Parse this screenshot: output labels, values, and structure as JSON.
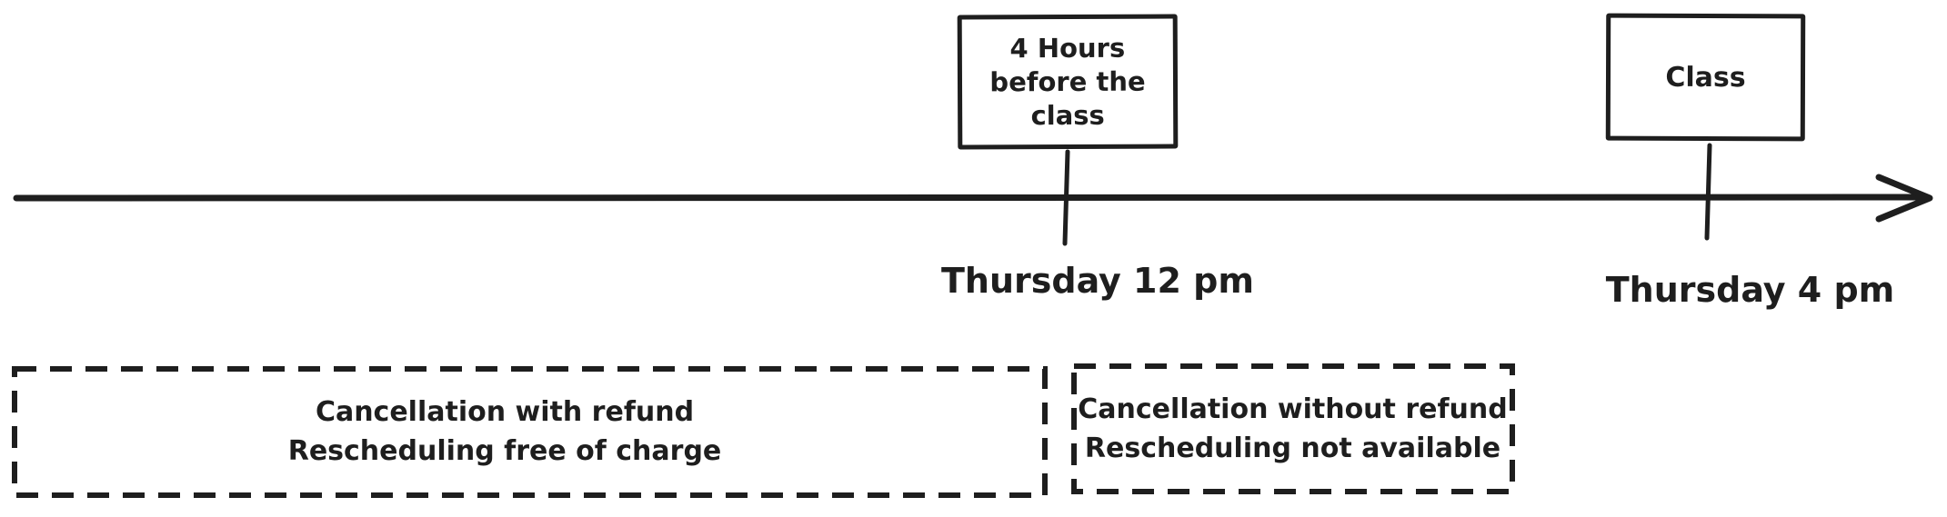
{
  "colors": {
    "ink": "#1e1e1e",
    "background": "#ffffff"
  },
  "event_boxes": {
    "deadline": {
      "lines": [
        "4 Hours",
        "before the",
        "class"
      ]
    },
    "class": {
      "label": "Class"
    }
  },
  "timeline": {
    "ticks": [
      {
        "label": "Thursday 12 pm"
      },
      {
        "label": "Thursday 4 pm"
      }
    ]
  },
  "policy_zones": {
    "before_deadline": {
      "lines": [
        "Cancellation with refund",
        "Rescheduling free of charge"
      ]
    },
    "after_deadline": {
      "lines": [
        "Cancellation without refund",
        "Rescheduling not available"
      ]
    }
  }
}
